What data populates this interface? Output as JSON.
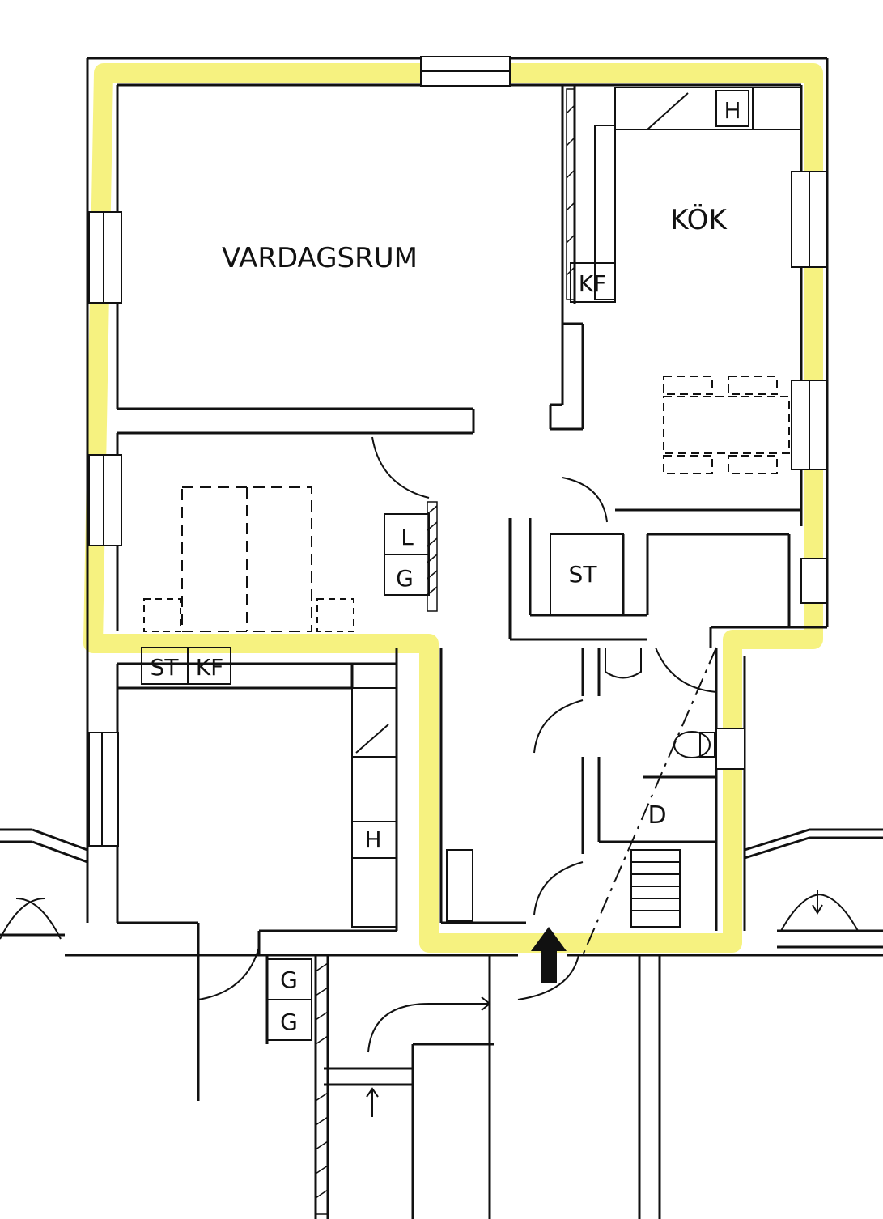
{
  "plan": {
    "rooms": {
      "living_room": "VARDAGSRUM",
      "kitchen": "KÖK"
    },
    "fixtures": {
      "kitchen_h": "H",
      "kitchen_kf": "KF",
      "closet_l": "L",
      "closet_g": "G",
      "storage_st": "ST",
      "lower_st": "ST",
      "lower_kf": "KF",
      "lower_h": "H",
      "bathroom_d": "D",
      "garage_g1": "G",
      "garage_g2": "G"
    },
    "colors": {
      "highlight": "#f5f06a",
      "ink": "#111111",
      "paper": "#ffffff"
    },
    "icons": {
      "entrance_arrow": "arrow-up-icon"
    }
  }
}
